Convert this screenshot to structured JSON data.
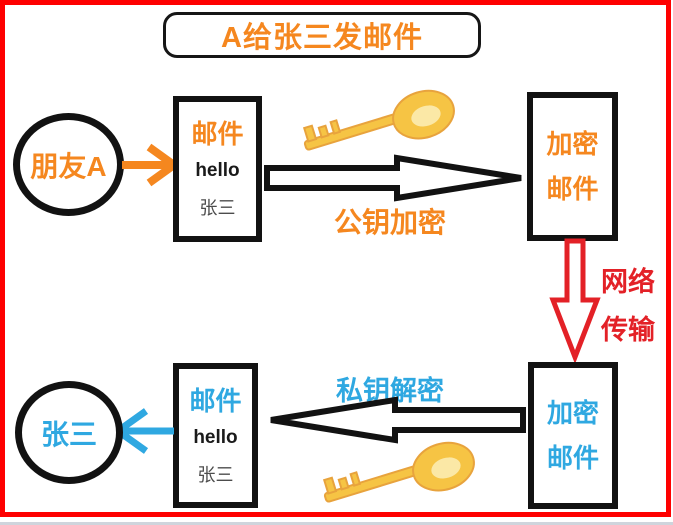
{
  "title": "A给张三发邮件",
  "colors": {
    "accent_orange": "#f5871f",
    "accent_blue": "#2fa8e1",
    "accent_red": "#e32127",
    "frame_red": "#fe0000",
    "key_gold": "#f6c444",
    "ink_black": "#121212"
  },
  "nodes": {
    "sender": {
      "label": "朋友A"
    },
    "mail_top": {
      "title": "邮件",
      "body": "hello",
      "recipient": "张三"
    },
    "encrypted_top": {
      "line1": "加密",
      "line2": "邮件"
    },
    "encrypted_bottom": {
      "line1": "加密",
      "line2": "邮件"
    },
    "mail_bottom": {
      "title": "邮件",
      "body": "hello",
      "recipient": "张三"
    },
    "receiver": {
      "label": "张三"
    }
  },
  "labels": {
    "encrypt": "公钥加密",
    "network_line1": "网络",
    "network_line2": "传输",
    "decrypt": "私钥解密"
  }
}
